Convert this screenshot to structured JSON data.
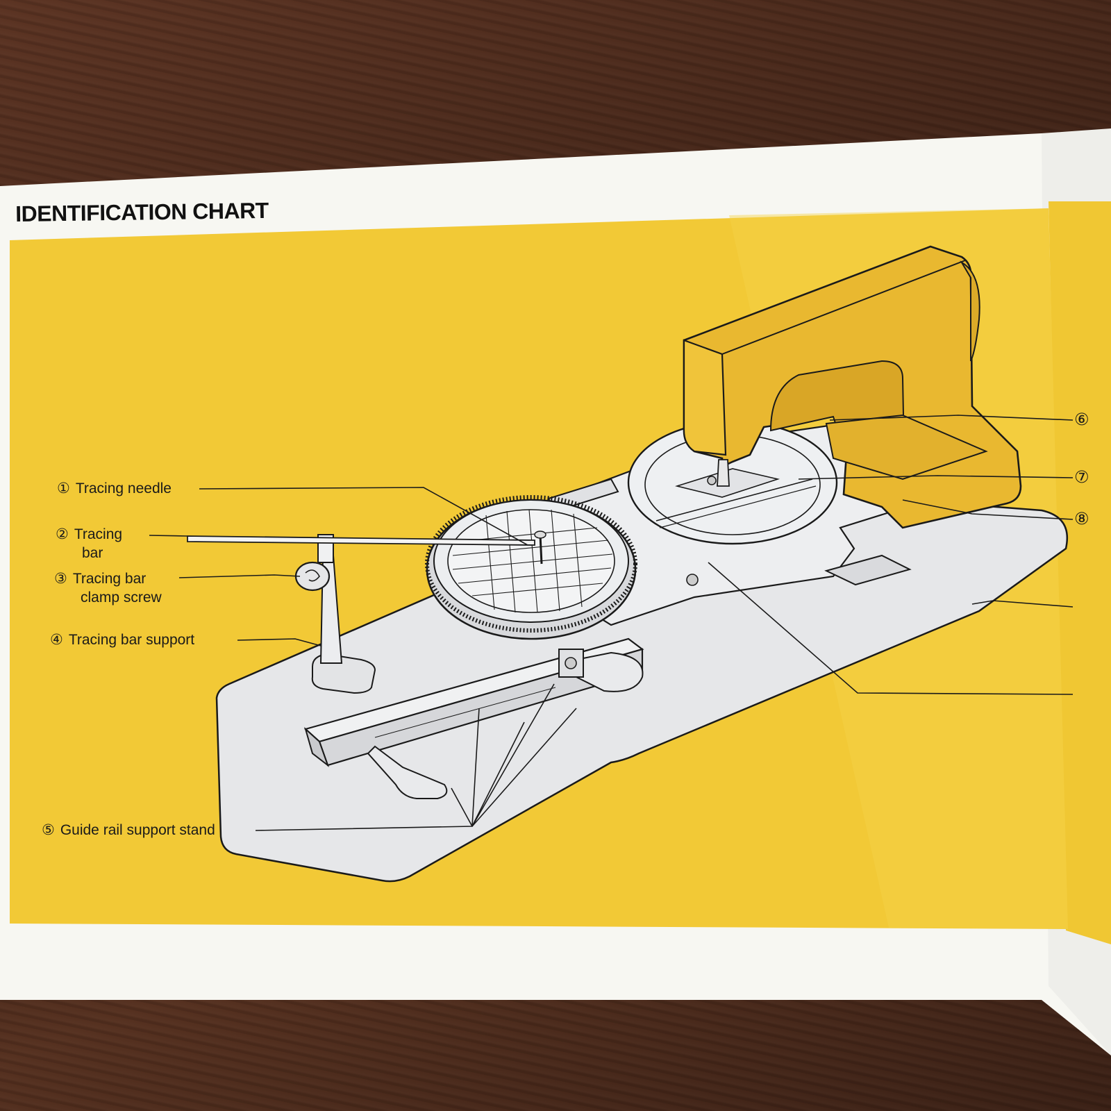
{
  "page": {
    "title": "IDENTIFICATION CHART"
  },
  "labels": [
    {
      "num": "①",
      "text": "Tracing needle"
    },
    {
      "num": "②",
      "line1": "Tracing",
      "line2": "bar"
    },
    {
      "num": "③",
      "line1": "Tracing bar",
      "line2": "clamp screw"
    },
    {
      "num": "④",
      "text": "Tracing bar support"
    },
    {
      "num": "⑤",
      "text": "Guide rail support stand"
    }
  ],
  "right_callouts": [
    "⑥",
    "⑦",
    "⑧"
  ],
  "colors": {
    "panel_yellow": "#f2c936",
    "paper_white": "#f7f7f2",
    "machine_gold": "#e7b52f",
    "table_grey": "#e6e7e9",
    "ink": "#1a1a1a",
    "wood": "#4a2a1c"
  }
}
